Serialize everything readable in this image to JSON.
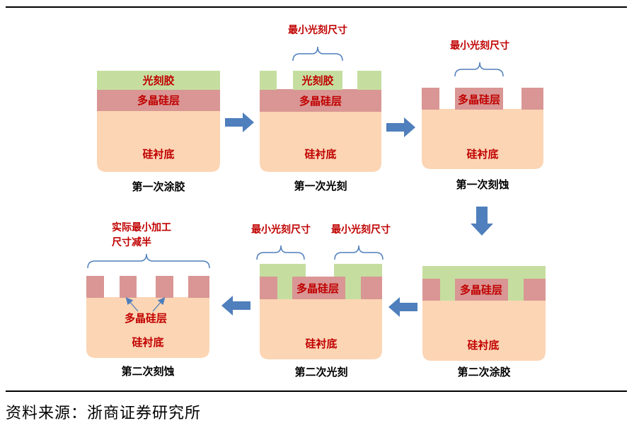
{
  "labels": {
    "photoresist": "光刻胶",
    "polysilicon": "多晶硅层",
    "substrate": "硅衬底",
    "min_feature": "最小光刻尺寸",
    "halved_line1": "实际最小加工",
    "halved_line2": "尺寸减半"
  },
  "steps": {
    "s1": "第一次涂胶",
    "s2": "第一次光刻",
    "s3": "第一次刻蚀",
    "s4": "第二次涂胶",
    "s5": "第二次光刻",
    "s6": "第二次刻蚀"
  },
  "source": "资料来源：浙商证券研究所",
  "colors": {
    "photoresist": "#c5dea0",
    "polysilicon": "#d99694",
    "substrate": "#fcd5b4",
    "arrow": "#4f7fbc",
    "label_red": "#c00000"
  }
}
